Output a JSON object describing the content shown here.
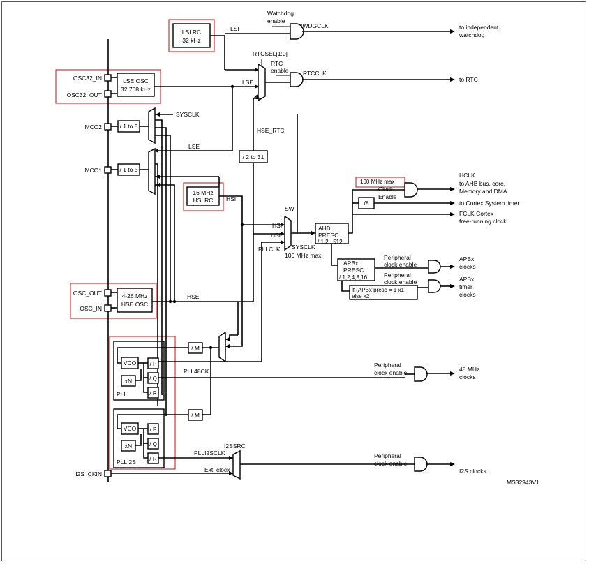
{
  "diagram": {
    "figure_id": "MS32943V1",
    "blocks": {
      "lsi_rc": [
        "LSI RC",
        "32 kHz"
      ],
      "lse_osc": [
        "LSE OSC",
        "32.768 kHz"
      ],
      "hsi_rc": [
        "16 MHz",
        "HSI RC"
      ],
      "hse_osc": [
        "4-26 MHz",
        "HSE OSC"
      ],
      "div_2_to_31": "/ 2 to 31",
      "mco2_div": "/ 1 to 5",
      "mco1_div": "/ 1 to 5",
      "ahb_presc": [
        "AHB",
        "PRESC",
        "/ 1,2,..512"
      ],
      "apb_presc": [
        "APBx",
        "PRESC",
        "/ 1,2,4,8,16"
      ],
      "div8": "/8",
      "hclk_limit": "100 MHz max",
      "apb_timer_rule": [
        "if (APBx presc = 1  x1",
        "else                 x2"
      ],
      "pll_m": "/ M",
      "plli2s_m": "/ M",
      "vco": "VCO",
      "xn": "xN",
      "div_p": "/ P",
      "div_q": "/ Q",
      "div_r": "/ R",
      "pll": "PLL",
      "plli2s": "PLLI2S"
    },
    "pins": {
      "osc32_in": "OSC32_IN",
      "osc32_out": "OSC32_OUT",
      "mco2": "MCO2",
      "mco1": "MCO1",
      "osc_out": "OSC_OUT",
      "osc_in": "OSC_IN",
      "i2s_ckin": "I2S_CKIN"
    },
    "signals": {
      "lsi": "LSI",
      "lse": "LSE",
      "lse2": "LSE",
      "hse": "HSE",
      "hsi": "HSI",
      "hse_rtc": "HSE_RTC",
      "sysclk_mco": "SYSCLK",
      "rtcsel": "RTCSEL[1:0]",
      "rtc_enable": [
        "RTC",
        "enable"
      ],
      "rtcclk": "RTCCLK",
      "watchdog_enable": [
        "Watchdog",
        "enable"
      ],
      "iwdgclk": "IWDGCLK",
      "sw": "SW",
      "mux_hsi": "HSI",
      "mux_hse": "HSE",
      "mux_pllclk": "PLLCLK",
      "sysclk_max": [
        "SYSCLK",
        "100 MHz max"
      ],
      "clock_enable": [
        "Clock",
        "Enable"
      ],
      "apb_periph_enable": [
        "Peripheral",
        "clock enable"
      ],
      "apb_timer_enable": [
        "Peripheral",
        "clock enable"
      ],
      "pll48_enable": [
        "Peripheral",
        "clock enable"
      ],
      "i2s_enable": [
        "Peripheral",
        "clock enable"
      ],
      "pll48ck": "PLL48CK",
      "plli2sclk": "PLLI2SCLK",
      "i2ssrc": "I2SSRC",
      "ext_clock": "Ext. clock"
    },
    "outputs": {
      "watchdog": [
        "to independent",
        "watchdog"
      ],
      "rtc": "to RTC",
      "hclk": [
        "HCLK",
        "to AHB bus, core,",
        "Memory and DMA"
      ],
      "cortex_timer": "to Cortex  System timer",
      "fclk": [
        "FCLK Cortex",
        "free-running clock"
      ],
      "apb_clocks": [
        "APBx",
        "clocks"
      ],
      "apb_timer": [
        "APBx",
        "timer",
        "clocks"
      ],
      "mhz48": [
        "48 MHz",
        "clocks"
      ],
      "i2s": "I2S clocks"
    }
  }
}
